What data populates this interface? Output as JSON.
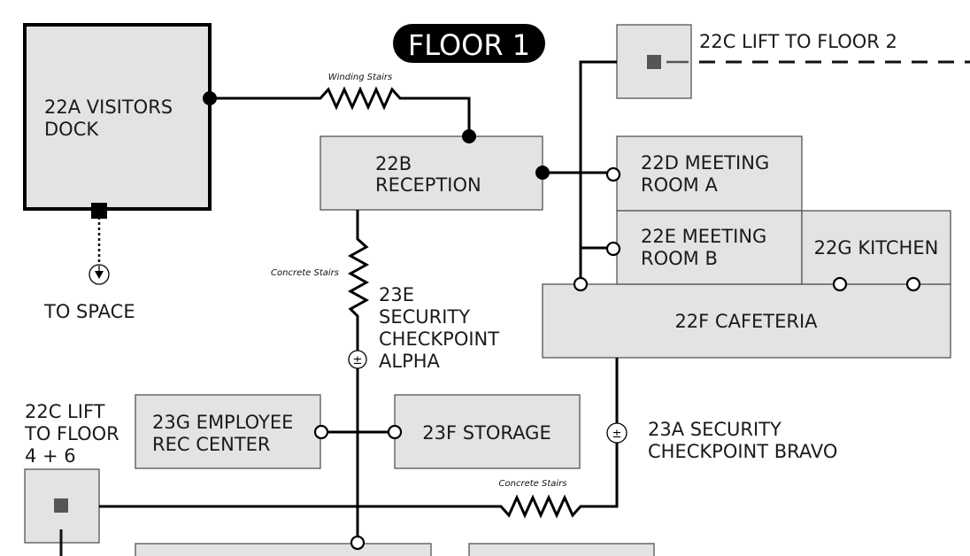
{
  "floor_title": "FLOOR 1",
  "rooms": {
    "visitors_dock": [
      "22A VISITORS",
      "DOCK"
    ],
    "reception": [
      "22B",
      "RECEPTION"
    ],
    "meeting_a": [
      "22D MEETING",
      "ROOM A"
    ],
    "meeting_b": [
      "22E MEETING",
      "ROOM B"
    ],
    "kitchen": "22G KITCHEN",
    "cafeteria": "22F CAFETERIA",
    "employee_rec": [
      "23G EMPLOYEE",
      "REC CENTER"
    ],
    "storage": "23F STORAGE"
  },
  "labels": {
    "lift_floor2": "22C LIFT TO FLOOR 2",
    "lift_floor46": [
      "22C LIFT",
      "TO FLOOR",
      "4 + 6"
    ],
    "to_space": "TO SPACE",
    "checkpoint_alpha": [
      "23E",
      "SECURITY",
      "CHECKPOINT",
      "ALPHA"
    ],
    "checkpoint_bravo": [
      "23A SECURITY",
      "CHECKPOINT BRAVO"
    ]
  },
  "connectors": {
    "winding_stairs": "Winding Stairs",
    "concrete_stairs_upper": "Concrete Stairs",
    "concrete_stairs_lower": "Concrete Stairs"
  },
  "symbols": {
    "checkpoint_glyph": "±"
  }
}
